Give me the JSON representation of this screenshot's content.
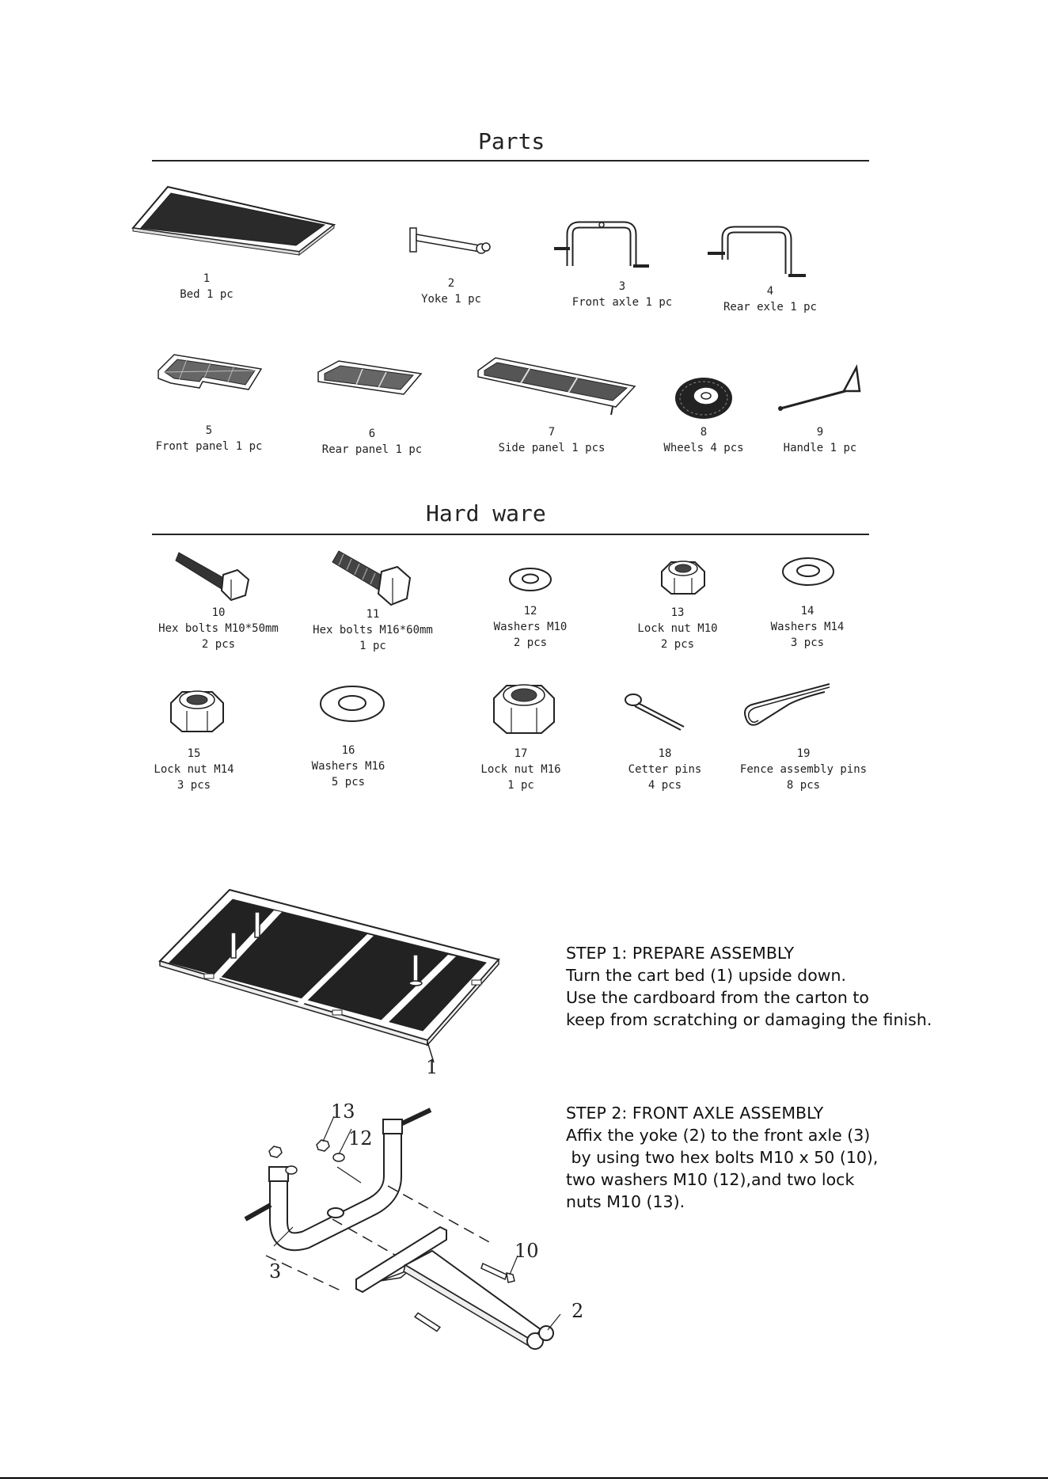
{
  "parts": {
    "title": "Parts",
    "items": [
      {
        "num": "1",
        "name": "Bed  1 pc",
        "icon": "bed-icon"
      },
      {
        "num": "2",
        "name": "Yoke  1 pc",
        "icon": "yoke-icon"
      },
      {
        "num": "3",
        "name": "Front axle  1 pc",
        "icon": "front-axle-icon"
      },
      {
        "num": "4",
        "name": "Rear exle  1 pc",
        "icon": "rear-axle-icon"
      },
      {
        "num": "5",
        "name": "Front panel  1 pc",
        "icon": "front-panel-icon"
      },
      {
        "num": "6",
        "name": "Rear panel  1 pc",
        "icon": "rear-panel-icon"
      },
      {
        "num": "7",
        "name": "Side panel  1 pcs",
        "icon": "side-panel-icon"
      },
      {
        "num": "8",
        "name": "Wheels  4 pcs",
        "icon": "wheel-icon"
      },
      {
        "num": "9",
        "name": "Handle  1 pc",
        "icon": "handle-icon"
      }
    ]
  },
  "hardware": {
    "title": "Hard ware",
    "items": [
      {
        "num": "10",
        "name": "Hex bolts M10*50mm",
        "qty": "2 pcs",
        "icon": "hex-bolt-icon"
      },
      {
        "num": "11",
        "name": "Hex bolts M16*60mm",
        "qty": "1 pc",
        "icon": "hex-bolt-large-icon"
      },
      {
        "num": "12",
        "name": "Washers M10",
        "qty": "2 pcs",
        "icon": "washer-icon"
      },
      {
        "num": "13",
        "name": "Lock nut M10",
        "qty": "2 pcs",
        "icon": "lock-nut-icon"
      },
      {
        "num": "14",
        "name": "Washers M14",
        "qty": "3 pcs",
        "icon": "washer-icon"
      },
      {
        "num": "15",
        "name": "Lock nut M14",
        "qty": "3 pcs",
        "icon": "lock-nut-icon"
      },
      {
        "num": "16",
        "name": "Washers M16",
        "qty": "5 pcs",
        "icon": "washer-icon"
      },
      {
        "num": "17",
        "name": "Lock nut M16",
        "qty": "1 pc",
        "icon": "lock-nut-icon"
      },
      {
        "num": "18",
        "name": "Cetter pins",
        "qty": "4 pcs",
        "icon": "cotter-pin-icon"
      },
      {
        "num": "19",
        "name": "Fence assembly pins",
        "qty": "8 pcs",
        "icon": "fence-pin-icon"
      }
    ]
  },
  "steps": [
    {
      "title": "STEP 1: PREPARE ASSEMBLY",
      "lines": [
        "Turn the cart bed (1) upside down.",
        "Use the cardboard from the carton to",
        "keep from scratching or damaging the finish."
      ],
      "callouts": [
        "1"
      ]
    },
    {
      "title": "STEP 2: FRONT AXLE ASSEMBLY",
      "lines": [
        "Affix the yoke (2) to the front axle (3)",
        " by using two hex bolts M10 x 50 (10),",
        "two washers M10 (12),and two lock",
        "nuts M10 (13)."
      ],
      "callouts": [
        "13",
        "12",
        "10",
        "3",
        "2"
      ]
    }
  ]
}
